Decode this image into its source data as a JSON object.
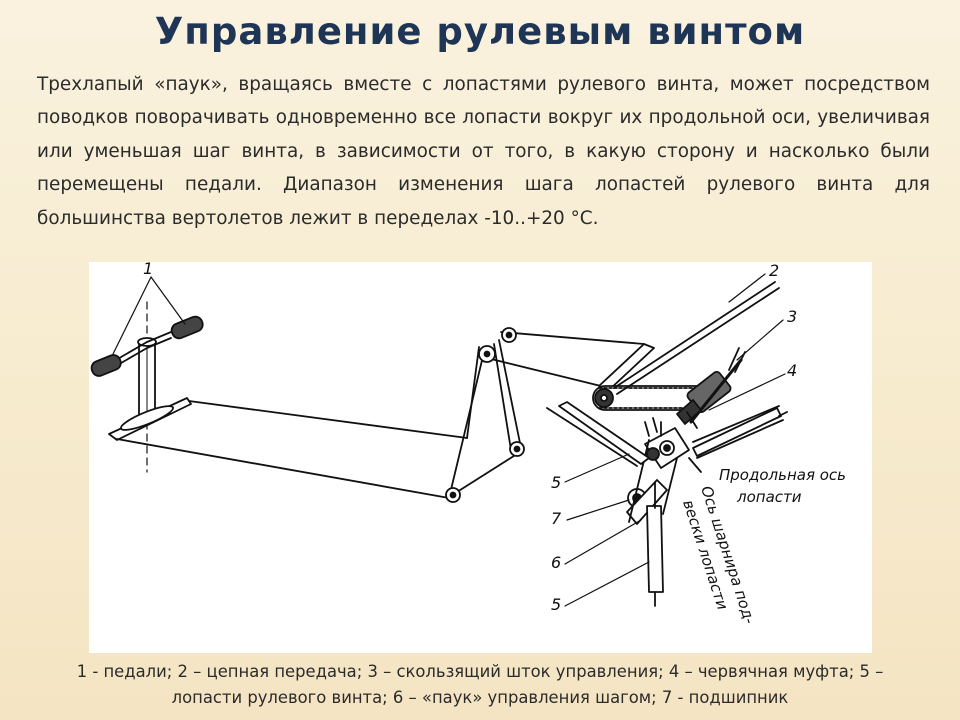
{
  "title": "Управление рулевым винтом",
  "paragraph": "Трехлапый «паук», вращаясь вместе с лопастями рулевого винта, может посредством поводков поворачивать одновременно все лопасти вокруг их продольной оси, увеличивая или уменьшая шаг винта, в зависимости от того, в какую сторону и насколько были перемещены педали. Диапазон изменения шага лопастей рулевого винта для большинства вертолетов лежит в переделах -10..+20 °C.",
  "figure": {
    "labels": {
      "n1": "1",
      "n2": "2",
      "n3": "3",
      "n4": "4",
      "n5a": "5",
      "n7": "7",
      "n6": "6",
      "n5b": "5",
      "axis_long_1": "Продольная ось",
      "axis_long_2": "лопасти",
      "hinge_axis_1": "Ось шарнира под-",
      "hinge_axis_2": "вески лопасти"
    }
  },
  "caption": {
    "line1": "1 - педали; 2 – цепная передача; 3 – скользящий шток управления; 4 – червячная муфта; 5 –",
    "line2": "лопасти рулевого винта; 6 – «паук» управления шагом; 7 - подшипник"
  }
}
